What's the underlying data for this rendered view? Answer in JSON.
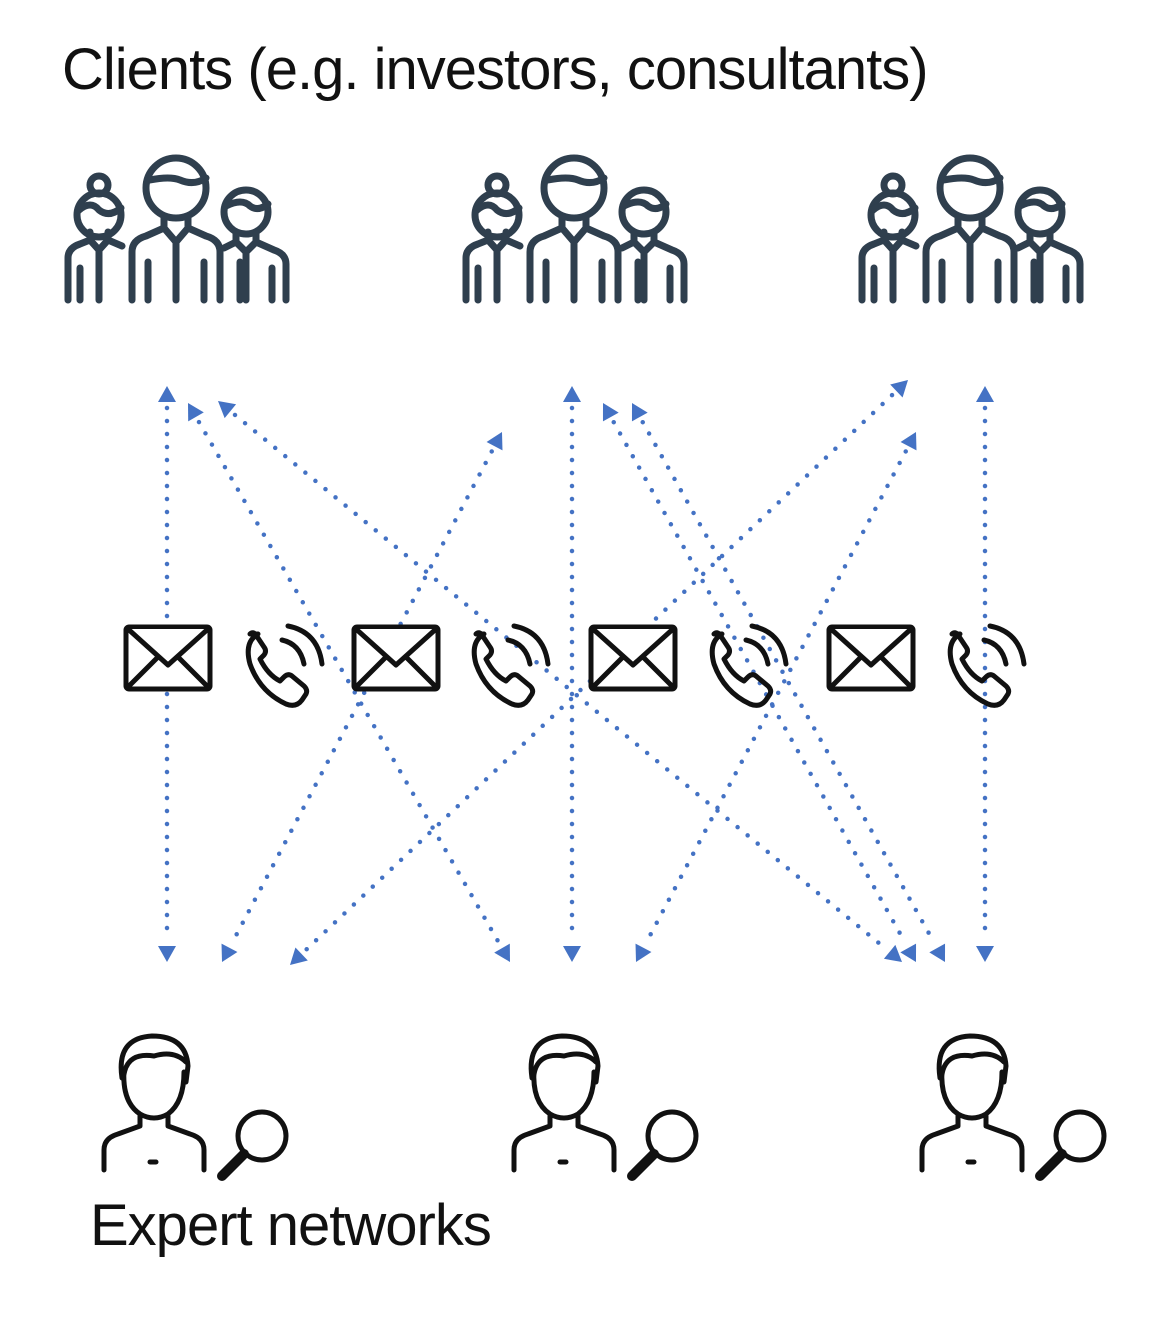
{
  "diagram": {
    "title": "Clients (e.g. investors, consultants)",
    "footer_label": "Expert networks",
    "client_groups": 3,
    "expert_networks": 3,
    "channels": [
      "envelope-icon",
      "phone-icon",
      "envelope-icon",
      "phone-icon",
      "envelope-icon",
      "phone-icon",
      "envelope-icon",
      "phone-icon"
    ],
    "colors": {
      "connector": "#4472c4",
      "people": "#2f3f4e",
      "icons": "#111111"
    }
  }
}
